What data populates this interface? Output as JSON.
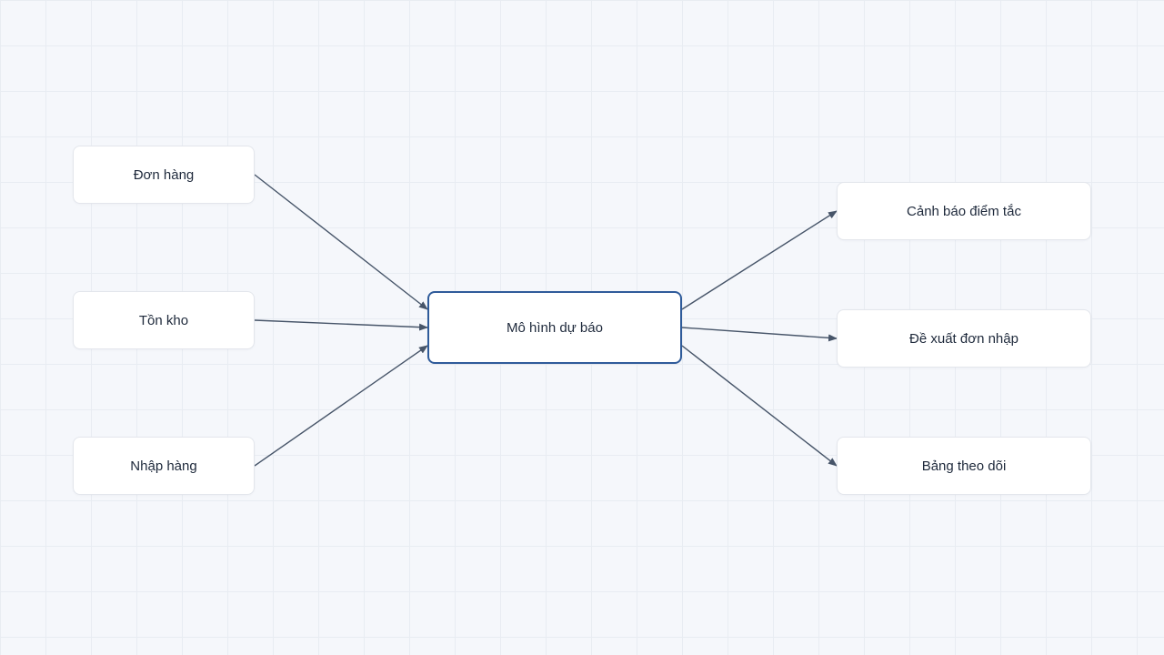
{
  "diagram": {
    "inputs": [
      {
        "id": "don-hang",
        "label": "Đơn hàng"
      },
      {
        "id": "ton-kho",
        "label": "Tồn kho"
      },
      {
        "id": "nhap-hang",
        "label": "Nhập hàng"
      }
    ],
    "center": {
      "id": "mo-hinh",
      "label": "Mô hình dự báo"
    },
    "outputs": [
      {
        "id": "canh-bao",
        "label": "Cảnh báo điểm tắc"
      },
      {
        "id": "de-xuat",
        "label": "Đề xuất đơn nhập"
      },
      {
        "id": "bang-theo-doi",
        "label": "Bảng theo dõi"
      }
    ],
    "edges": [
      {
        "from": "don-hang",
        "to": "mo-hinh"
      },
      {
        "from": "ton-kho",
        "to": "mo-hinh"
      },
      {
        "from": "nhap-hang",
        "to": "mo-hinh"
      },
      {
        "from": "mo-hinh",
        "to": "canh-bao"
      },
      {
        "from": "mo-hinh",
        "to": "de-xuat"
      },
      {
        "from": "mo-hinh",
        "to": "bang-theo-doi"
      }
    ]
  },
  "colors": {
    "background": "#f5f7fb",
    "grid": "#e8ecf2",
    "node_fill": "#ffffff",
    "node_border": "#e3e6ec",
    "central_border": "#2f5b9a",
    "edge": "#475569",
    "text": "#1e293b"
  }
}
